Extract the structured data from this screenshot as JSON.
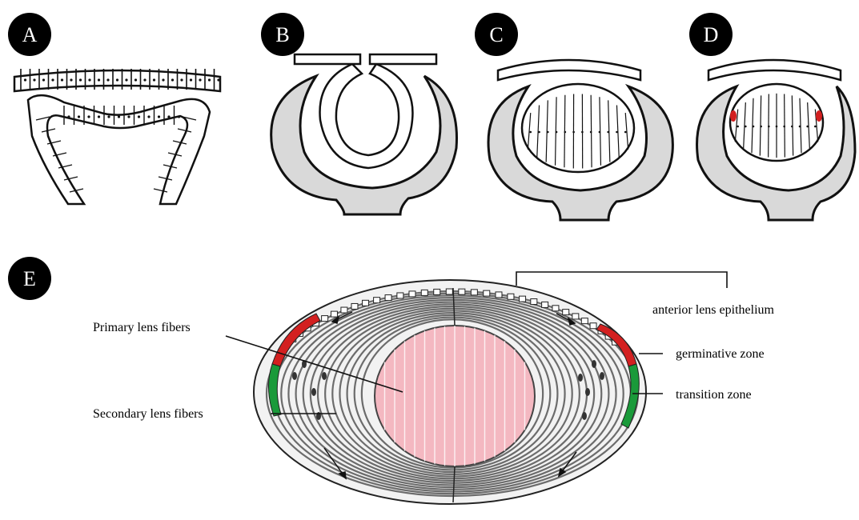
{
  "panels": [
    {
      "id": "A",
      "label": "A"
    },
    {
      "id": "B",
      "label": "B"
    },
    {
      "id": "C",
      "label": "C"
    },
    {
      "id": "D",
      "label": "D"
    },
    {
      "id": "E",
      "label": "E"
    }
  ],
  "labels": {
    "primary": "Primary lens fibers",
    "secondary": "Secondary lens fibers",
    "anterior": "anterior lens epithelium",
    "germinative": "germinative zone",
    "transition": "transition zone"
  },
  "colors": {
    "cup_gray": "#d9d9d9",
    "outline": "#111111",
    "primary_fibers": "#f4b8c1",
    "germinative": "#d32020",
    "transition": "#1a9a3a",
    "badge": "#000000"
  }
}
